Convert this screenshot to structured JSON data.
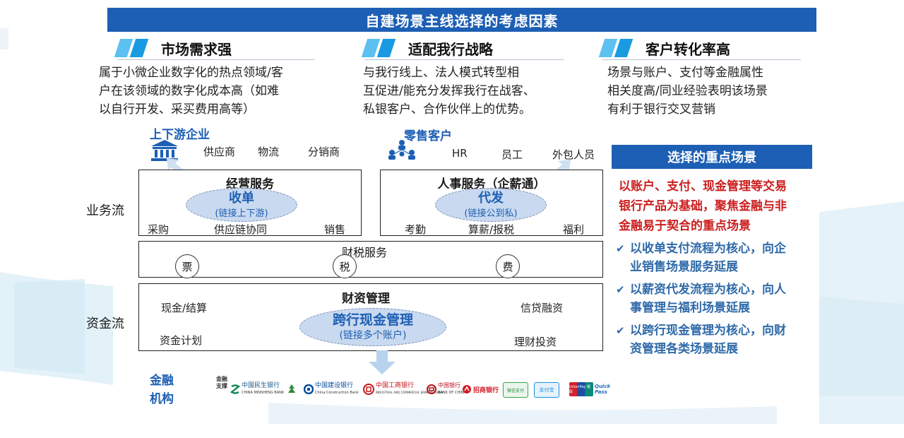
{
  "title": "自建场景主线选择的考虑因素",
  "columns": [
    {
      "heading": "市场需求强",
      "body": [
        "属于小微企业数字化的热点领域/客",
        "户在该领域的数字化成本高（如难",
        "以自行开发、采买费用高等）"
      ]
    },
    {
      "heading": "适配我行战略",
      "body": [
        "与我行线上、法人模式转型相",
        "互促进/能充分发挥我行在战客、",
        "私银客户、合作伙伴上的优势。"
      ]
    },
    {
      "heading": "客户转化率高",
      "body": [
        "场景与账户、支付等金融属性",
        "相关度高/同业经验表明该场景",
        "有利于银行交叉营销"
      ]
    }
  ],
  "upstream": {
    "title": "上下游企业",
    "items": [
      "供应商",
      "物流",
      "分销商"
    ],
    "icon": "bank-icon"
  },
  "retail": {
    "title": "零售客户",
    "items": [
      "HR",
      "员工",
      "外包人员"
    ],
    "icon": "people-network-icon"
  },
  "flows": {
    "business": "业务流",
    "funds": "资金流"
  },
  "ops_service": {
    "title": "经营服务",
    "ellipse_main": "收单",
    "ellipse_sub": "(链接上下游)",
    "items": [
      "采购",
      "供应链协同",
      "销售"
    ]
  },
  "hr_service": {
    "title": "人事服务（企薪通）",
    "ellipse_main": "代发",
    "ellipse_sub": "(链接公到私)",
    "items": [
      "考勤",
      "算薪/报税",
      "福利"
    ]
  },
  "tax_service": {
    "title": "财税服务",
    "circles": [
      "票",
      "税",
      "费"
    ]
  },
  "treasury": {
    "title": "财资管理",
    "ellipse_main": "跨行现金管理",
    "ellipse_sub": "(链接多个账户)",
    "left_items": [
      "现金/结算",
      "资金计划"
    ],
    "right_items": [
      "信贷融资",
      "理财投资"
    ]
  },
  "financial": {
    "label_lines": [
      "金融",
      "机构"
    ],
    "support_lines": [
      "金融",
      "支撑"
    ]
  },
  "logos": [
    "中国民生银行",
    "中国建设银行",
    "中国工商银行",
    "中国银行",
    "招商银行"
  ],
  "logo_small": [
    "CHINA MINSHENG BANK",
    "China Construction Bank",
    "INDUSTRIAL AND COMMERCIAL BANK OF CHINA",
    "BANK OF CHINA"
  ],
  "pay_logos": [
    "微信支付",
    "支付宝",
    "UnionPay 银联",
    "Quick Pass"
  ],
  "right_panel": {
    "title": "选择的重点场景",
    "lead": [
      "以账户、支付、现金管理等交易",
      "银行产品为基础，聚焦金融与非",
      "金融易于契合的重点场景"
    ],
    "points": [
      [
        "以收单支付流程为核心，向企",
        "业销售场景服务延展"
      ],
      [
        "以薪资代发流程为核心，向人",
        "事管理与福利场景延展"
      ],
      [
        "以跨行现金管理为核心，向财",
        "资管理各类场景延展"
      ]
    ],
    "check": "✔"
  },
  "colors": {
    "primary": "#1d5fb4",
    "accent": "#1a9ae0",
    "red": "#cc1f1f",
    "ellipse_fill": "#c9d9ef"
  }
}
